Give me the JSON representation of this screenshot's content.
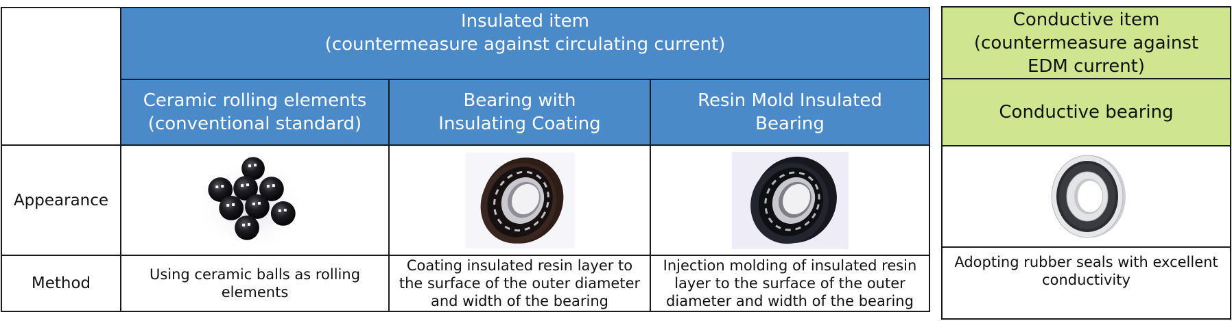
{
  "insulated": {
    "group_header": "Insulated item\n(countermeasure against circulating current)",
    "columns": [
      {
        "title": "Ceramic rolling elements\n(conventional standard)",
        "appearance_image": "ceramic-balls-photo",
        "method": "Using ceramic balls as rolling\nelements"
      },
      {
        "title": "Bearing with\nInsulating Coating",
        "appearance_image": "insulating-coated-bearing-photo",
        "method": "Coating insulated resin layer to\nthe surface of the outer diameter\nand width of the bearing"
      },
      {
        "title": "Resin Mold Insulated\nBearing",
        "appearance_image": "resin-mold-bearing-photo",
        "method": "Injection molding of insulated resin\nlayer to the surface of the outer\ndiameter and width of the bearing"
      }
    ]
  },
  "conductive": {
    "group_header": "Conductive item\n(countermeasure against\nEDM current)",
    "columns": [
      {
        "title": "Conductive bearing",
        "appearance_image": "conductive-bearing-photo",
        "method": "Adopting rubber seals with excellent\nconductivity"
      }
    ]
  },
  "row_labels": {
    "appearance": "Appearance",
    "method": "Method"
  },
  "colors": {
    "insulated_header": "#4a8ac8",
    "conductive_header": "#cde68f",
    "border": "#1a1a1a"
  }
}
